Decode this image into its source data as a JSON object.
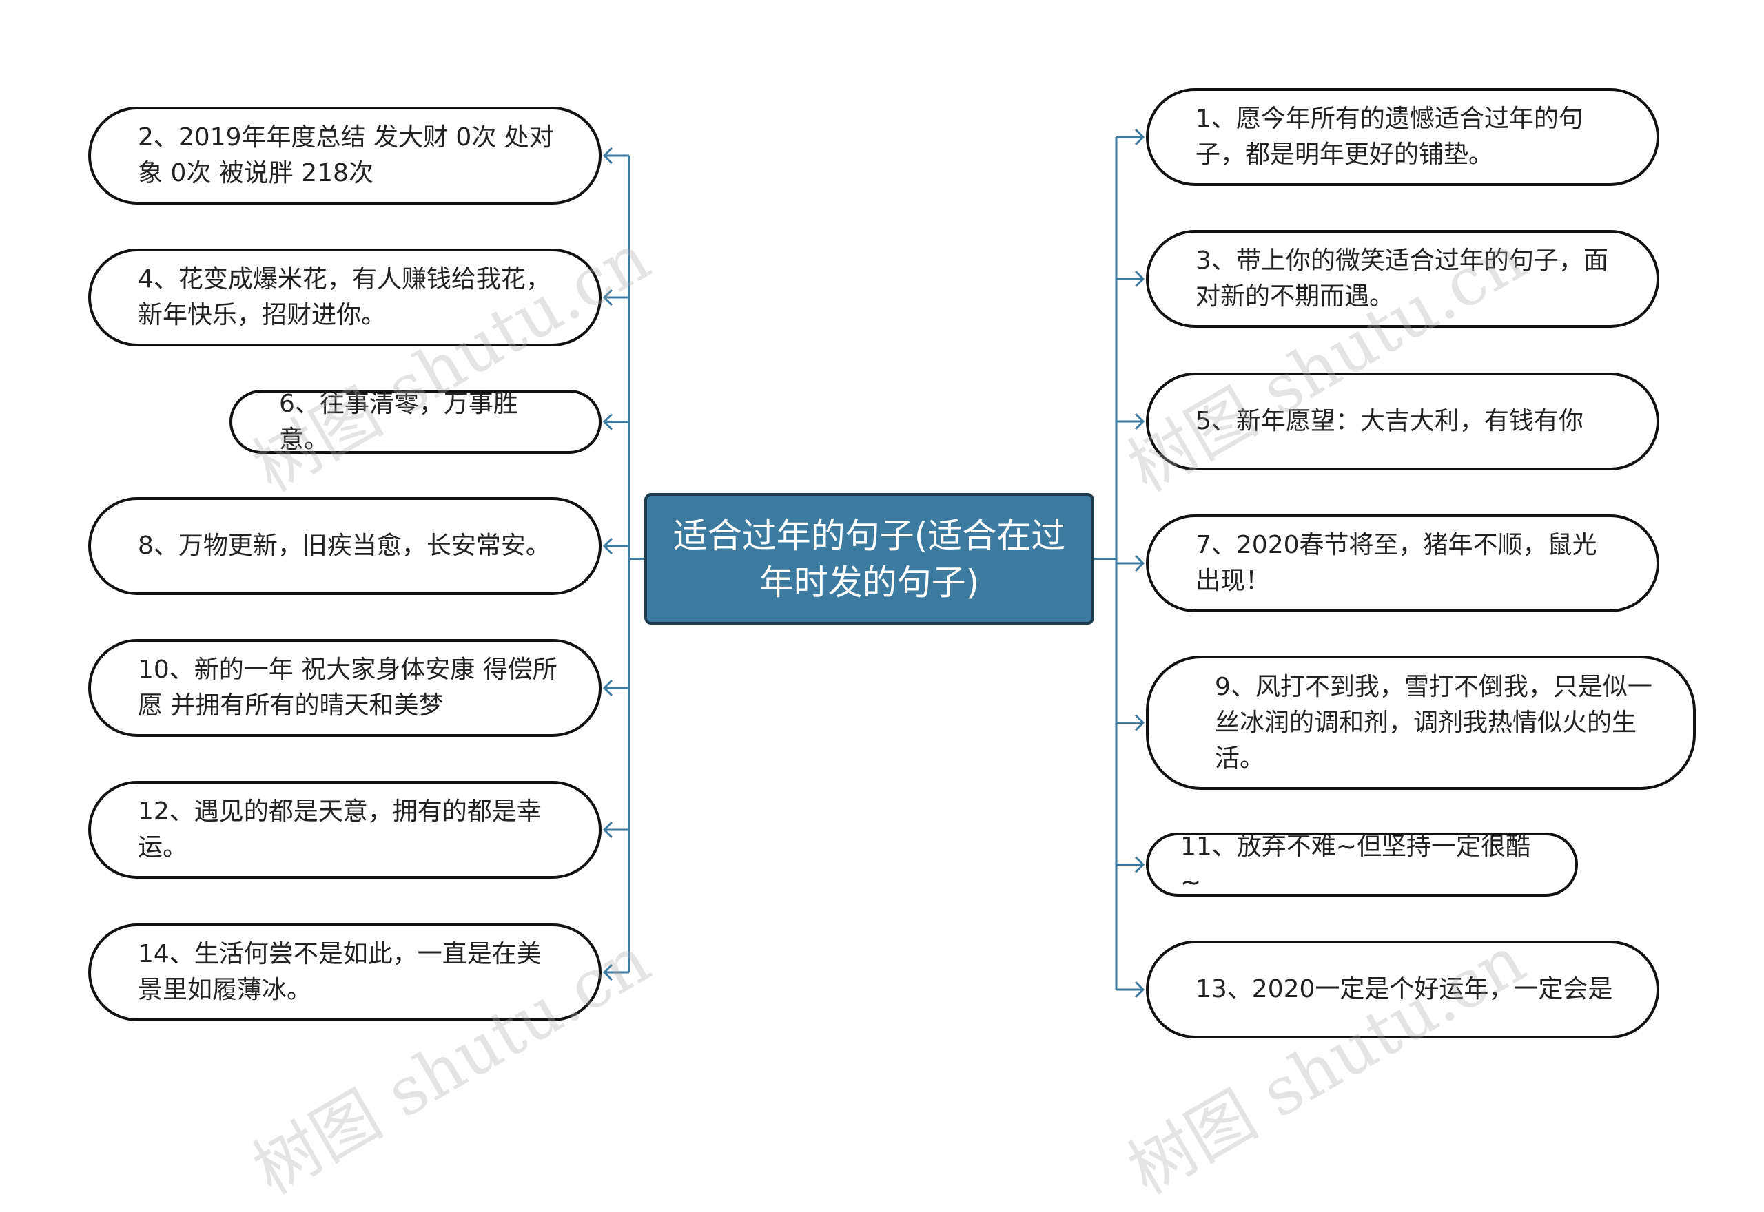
{
  "central": {
    "label": "适合过年的句子(适合在过年时发的句子)"
  },
  "left_nodes": [
    {
      "text": "2、2019年年度总结 发大财 0次 处对象 0次 被说胖 218次"
    },
    {
      "text": "4、花变成爆米花，有人赚钱给我花，新年快乐，招财进你。"
    },
    {
      "text": "6、往事清零，万事胜意。"
    },
    {
      "text": "8、万物更新，旧疾当愈，长安常安。"
    },
    {
      "text": "10、新的一年 祝大家身体安康 得偿所愿 并拥有所有的晴天和美梦"
    },
    {
      "text": "12、遇见的都是天意，拥有的都是幸运。"
    },
    {
      "text": "14、生活何尝不是如此，一直是在美景里如履薄冰。"
    }
  ],
  "right_nodes": [
    {
      "text": "1、愿今年所有的遗憾适合过年的句子，都是明年更好的铺垫。"
    },
    {
      "text": "3、带上你的微笑适合过年的句子，面对新的不期而遇。"
    },
    {
      "text": "5、新年愿望：大吉大利，有钱有你"
    },
    {
      "text": "7、2020春节将至，猪年不顺，鼠光出现！"
    },
    {
      "text": "9、风打不到我，雪打不倒我，只是似一丝冰润的调和剂，调剂我热情似火的生活。"
    },
    {
      "text": "11、放弃不难~但坚持一定很酷~"
    },
    {
      "text": "13、2020一定是个好运年，一定会是"
    }
  ],
  "colors": {
    "connector": "#3d7aa0",
    "central_fill": "#3d7aa0",
    "node_border": "#111111"
  },
  "watermark": "树图 shutu.cn"
}
